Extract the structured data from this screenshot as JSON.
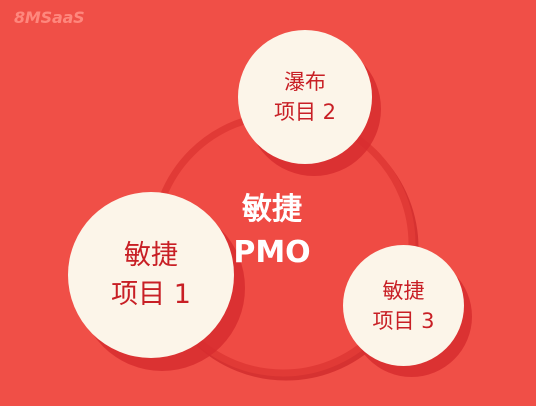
{
  "brand": {
    "text": "8MSaaS"
  },
  "center": {
    "line1": "敏捷",
    "line2": "PMO"
  },
  "nodes": [
    {
      "line1": "瀑布",
      "line2": "项目 2"
    },
    {
      "line1": "敏捷",
      "line2": "项目 1"
    },
    {
      "line1": "敏捷",
      "line2": "项目 3"
    }
  ],
  "colors": {
    "background": "#f04f47",
    "ring": "#e13a36",
    "ring_shadow": "#cf2b2c",
    "node_fill": "#fcf5e9",
    "node_text": "#c81f25",
    "center_text": "#ffffff",
    "brand_text": "#ff8a80"
  }
}
